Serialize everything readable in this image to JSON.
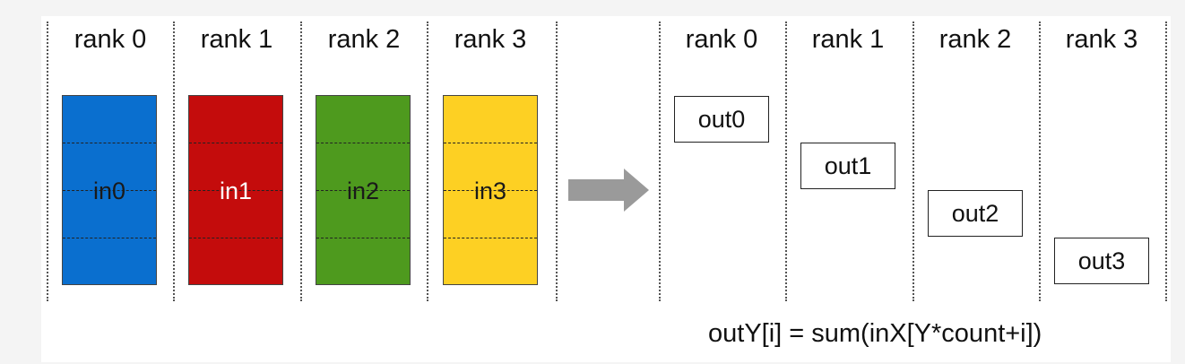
{
  "left_ranks": [
    "rank 0",
    "rank 1",
    "rank 2",
    "rank 3"
  ],
  "right_ranks": [
    "rank 0",
    "rank 1",
    "rank 2",
    "rank 3"
  ],
  "inputs": [
    {
      "label": "in0",
      "color": "#0a6fcf",
      "text_color": "#1a1a1a"
    },
    {
      "label": "in1",
      "color": "#c40c0c",
      "text_color": "#ffffff"
    },
    {
      "label": "in2",
      "color": "#4e9a1e",
      "text_color": "#1a1a1a"
    },
    {
      "label": "in3",
      "color": "#fdd023",
      "text_color": "#1a1a1a"
    }
  ],
  "outputs": [
    "out0",
    "out1",
    "out2",
    "out3"
  ],
  "arrow_color": "#9a9a9a",
  "formula": "outY[i] = sum(inX[Y*count+i])"
}
